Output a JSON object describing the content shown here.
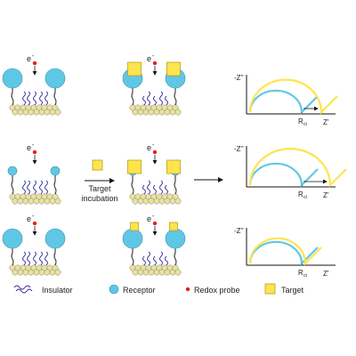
{
  "electron_label": "e",
  "electron_sup": "-",
  "incubation": {
    "line1": "Target",
    "line2": "incubation"
  },
  "axes": {
    "y": "-Z''",
    "x": "Z'",
    "rct_main": "R",
    "rct_sub": "ct"
  },
  "legend": {
    "insulator": "Insulator",
    "receptor": "Receptor",
    "redox_probe": "Redox probe",
    "target": "Target"
  },
  "colors": {
    "receptor": "#5fc7e6",
    "receptor_stroke": "#3a8fb0",
    "target": "#ffe44d",
    "target_stroke": "#b8a020",
    "gold_bead": "#e8e2a8",
    "gold_stroke": "#8a8350",
    "linker": "#222222",
    "insulator": "#3c3aa0",
    "redox": "#e02020",
    "curve_before": "#5fc7e6",
    "curve_after": "#ffe44d"
  }
}
